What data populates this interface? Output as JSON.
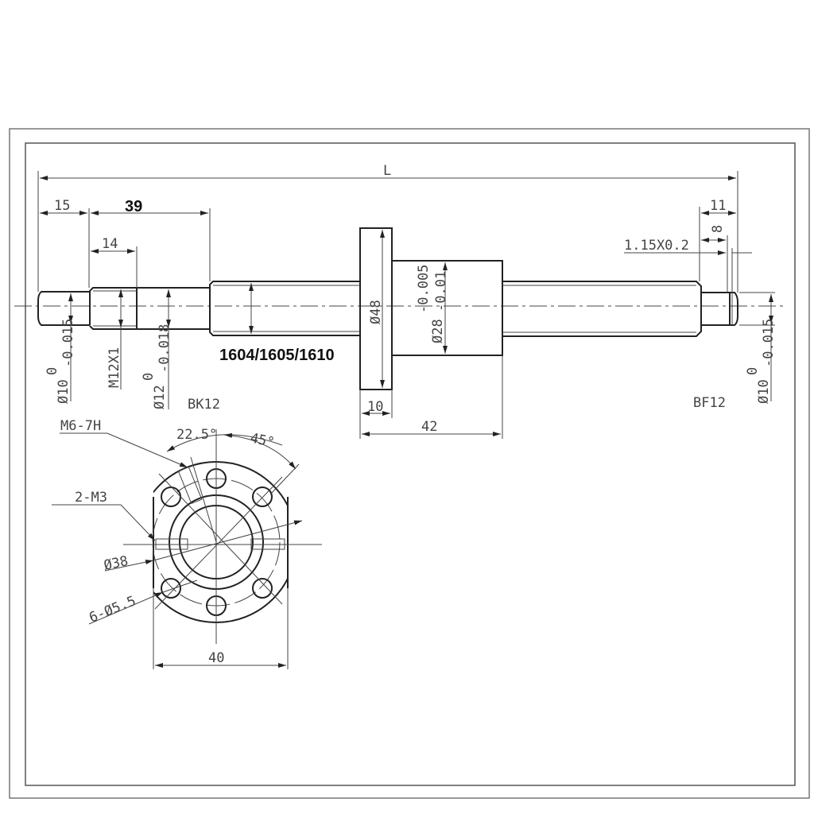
{
  "drawing": {
    "shaft": {
      "overall_length": "L",
      "dims": {
        "d15": "15",
        "d39": "39",
        "d14": "14",
        "d11": "11",
        "d8": "8",
        "groove": "1.15X0.2",
        "d10": "10",
        "d42": "42"
      },
      "left_journal": {
        "dia": "Ø10",
        "upper": "0",
        "lower": "-0.015"
      },
      "thread": "M12X1",
      "bearing_seat": {
        "dia": "Ø12",
        "upper": "0",
        "lower": "-0.018"
      },
      "model": "1604/1605/1610",
      "left_support": "BK12",
      "right_support": "BF12",
      "right_journal": {
        "dia": "Ø10",
        "upper": "0",
        "lower": "-0.015"
      },
      "nut_flange_dia": "Ø48",
      "nut_body": {
        "dia": "Ø28",
        "upper": "-0.005",
        "lower": "-0.01"
      }
    },
    "flange_view": {
      "oil_hole": "M6-7H",
      "angle_a": "22.5°",
      "angle_b": "45°",
      "set_screws": "2-M3",
      "bolt_circle": "Ø38",
      "holes": "6-Ø5.5",
      "width": "40"
    }
  }
}
